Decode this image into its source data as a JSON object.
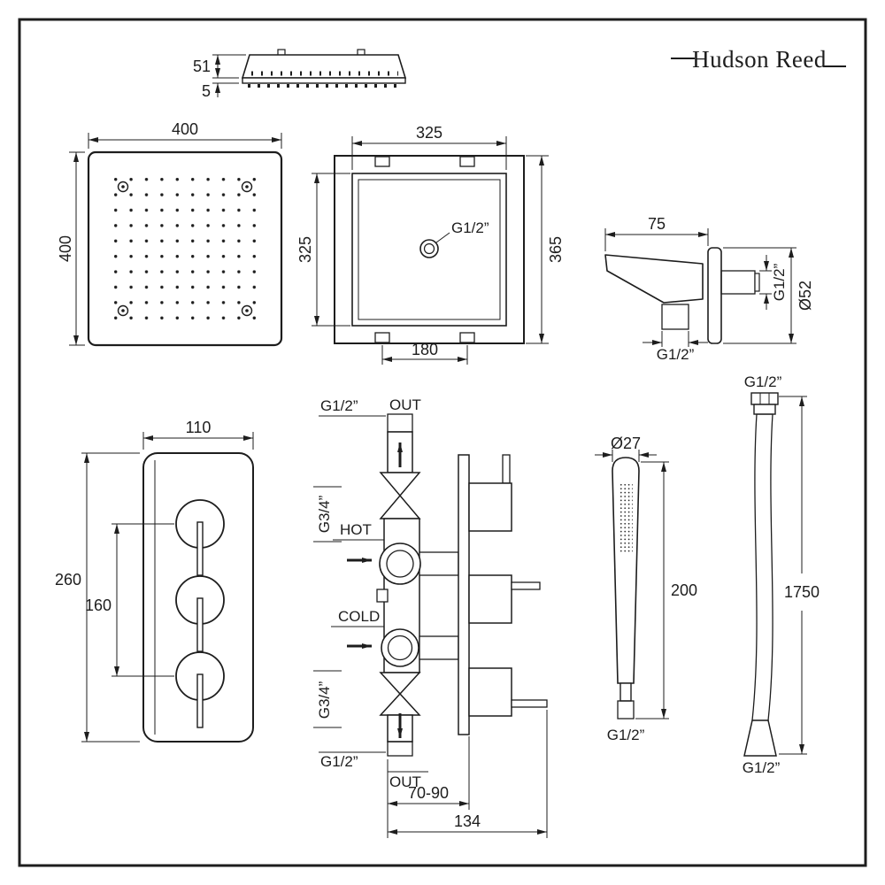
{
  "brand": {
    "logo": "Hudson Reed"
  },
  "ceiling_profile": {
    "height": "51",
    "thickness": "5"
  },
  "head": {
    "width": "400",
    "height": "400"
  },
  "frame": {
    "width": "325",
    "height": "325",
    "outer_height": "365",
    "bracket_spacing": "180",
    "connection": "G1/2”"
  },
  "elbow": {
    "depth": "75",
    "thread": "G1/2”",
    "flange": "Ø52",
    "bottom_thread": "G1/2”"
  },
  "plate": {
    "width": "110",
    "height": "260",
    "spacing": "160"
  },
  "valve": {
    "top_thread": "G1/2”",
    "top_port": "OUT",
    "hot_thread": "G3/4”",
    "hot": "HOT",
    "cold": "COLD",
    "cold_thread": "G3/4”",
    "bottom_thread": "G1/2”",
    "bottom_port": "OUT",
    "depth": "70-90",
    "width": "134"
  },
  "handset": {
    "diameter": "Ø27",
    "length": "200",
    "thread": "G1/2”"
  },
  "hose": {
    "top_thread": "G1/2”",
    "length": "1750",
    "bottom_thread": "G1/2”"
  }
}
